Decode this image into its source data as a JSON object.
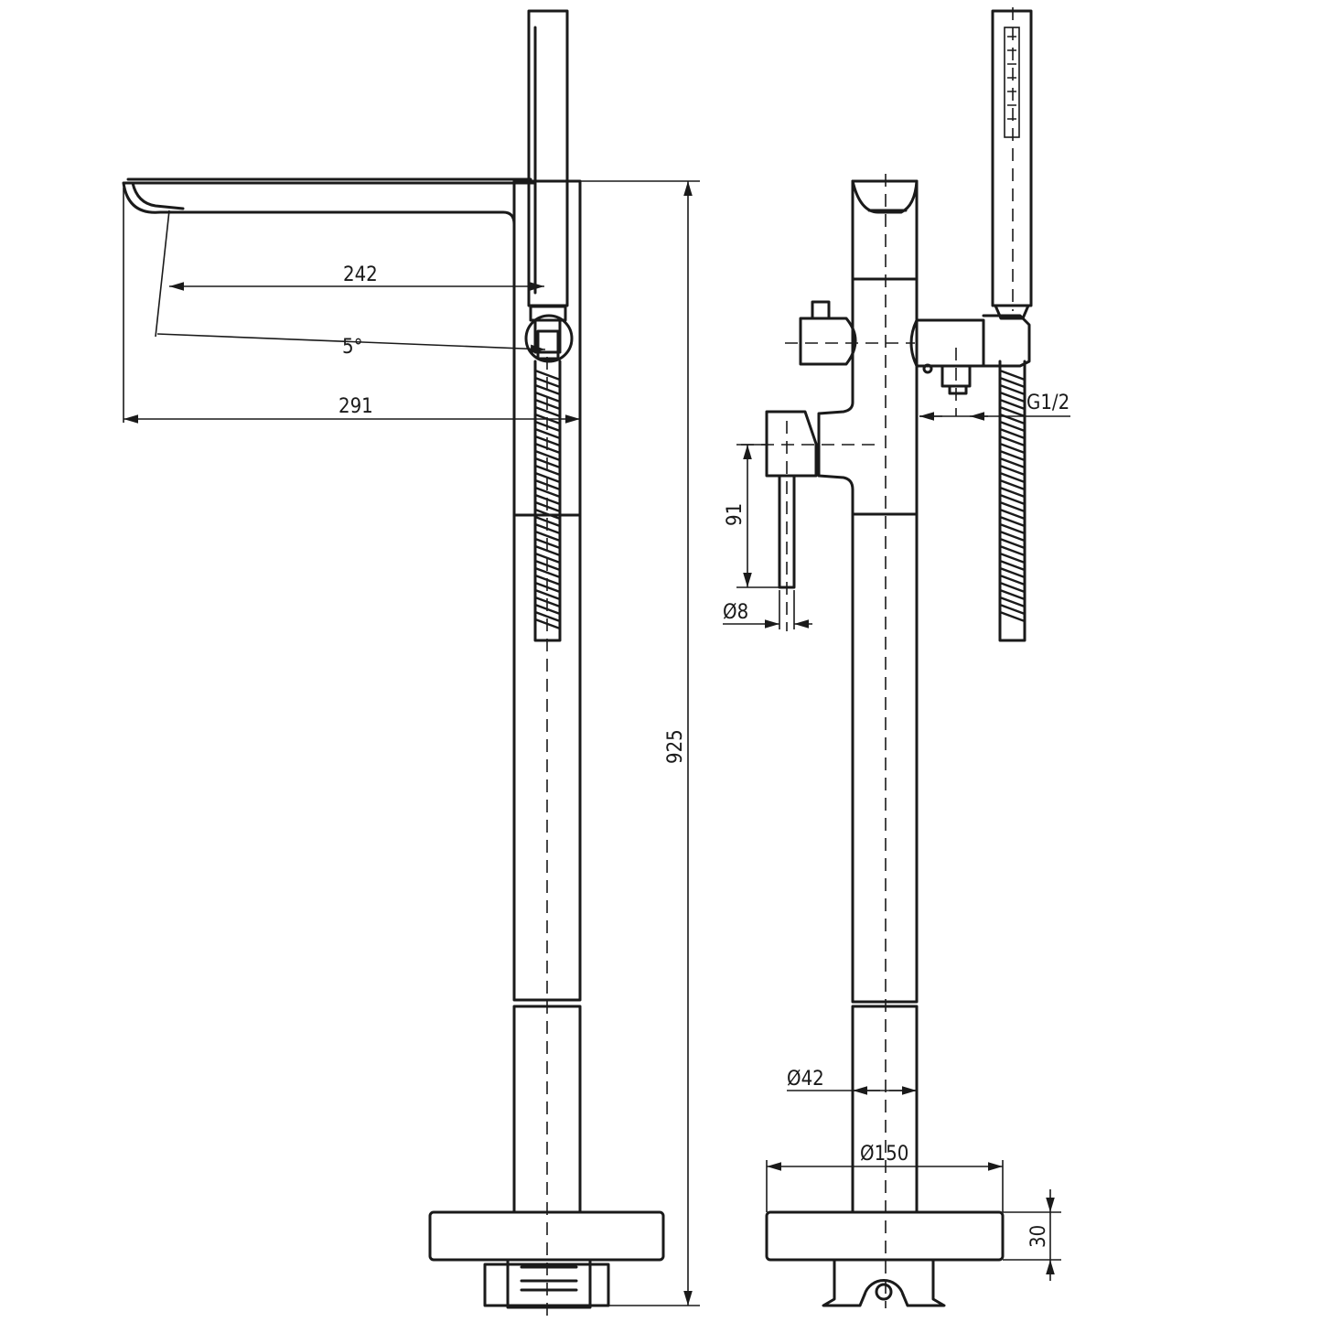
{
  "dimensions": {
    "spout_reach": "242",
    "spout_angle": "5°",
    "overall_projection": "291",
    "overall_height": "925",
    "handle_length": "91",
    "handle_diameter": "Ø8",
    "hose_thread": "G1/2",
    "column_diameter": "Ø42",
    "base_diameter": "Ø150",
    "base_height": "30"
  },
  "colors": {
    "line": "#1a1a1a",
    "background": "#ffffff"
  }
}
